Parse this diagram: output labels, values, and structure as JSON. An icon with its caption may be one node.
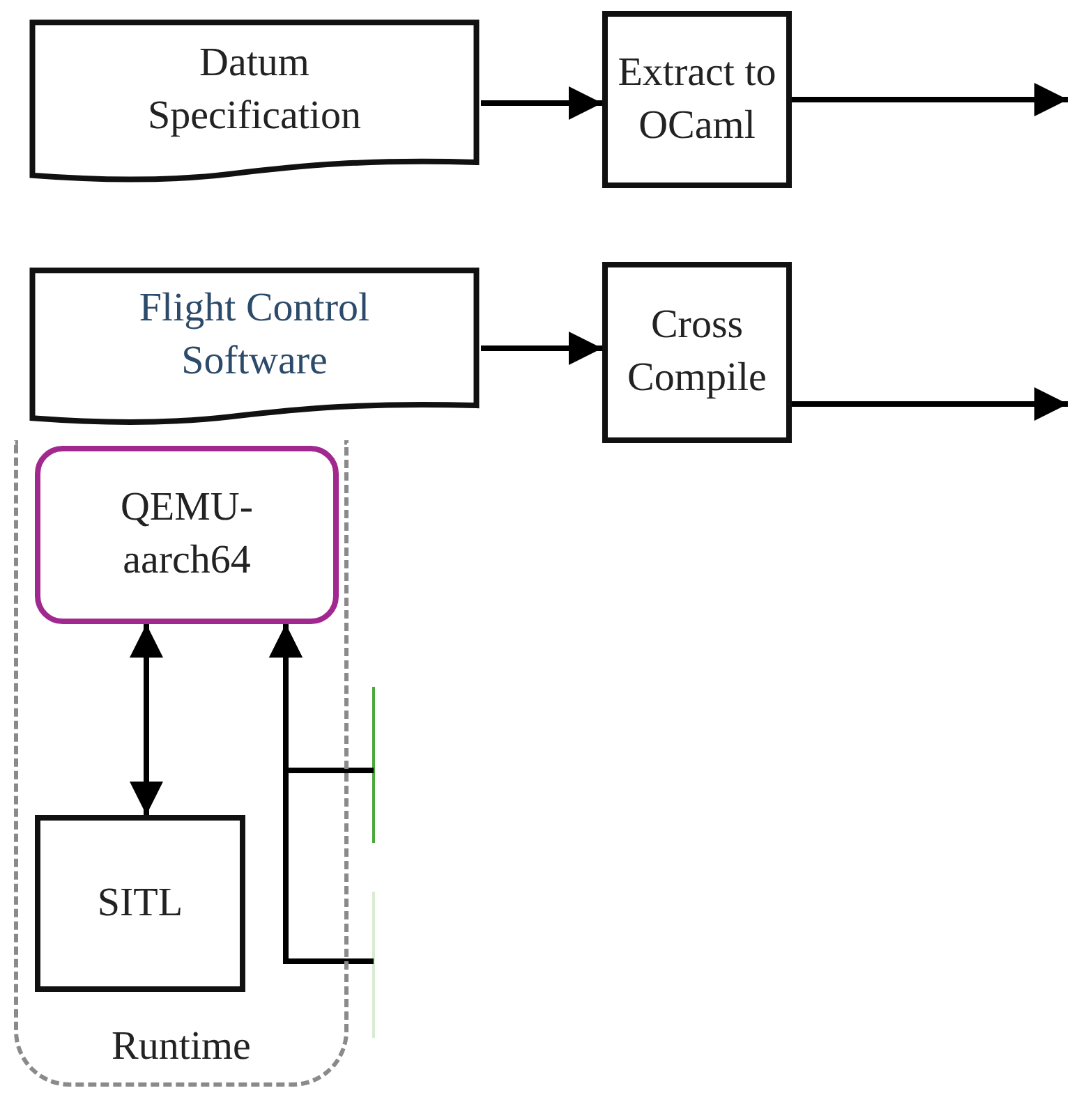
{
  "diagram": {
    "nodes": [
      {
        "text": [
          "Datum Specification"
        ]
      },
      {
        "text": [
          "Extract to OCaml"
        ]
      },
      {
        "text": [
          "Flight Control Software"
        ]
      },
      {
        "text": [
          "Cross Compile"
        ]
      },
      {
        "text": [
          "Runtime"
        ]
      },
      {
        "text": [
          "QEMU-aarch64"
        ],
        "in": 4
      },
      {
        "text": [
          "SITL"
        ],
        "in": 4
      }
    ],
    "edges": [
      {
        "from": 0,
        "to": 1,
        "arrow": "to"
      },
      {
        "from": 1,
        "to": null,
        "arrow": "to"
      },
      {
        "from": 2,
        "to": 3,
        "arrow": "to"
      },
      {
        "from": 3,
        "to": null,
        "arrow": "to"
      },
      {
        "from": 5,
        "to": 6,
        "arrow": "both"
      },
      {
        "from": null,
        "to": 5,
        "arrow": "to"
      },
      {
        "from": null,
        "to": 5,
        "arrow": "to"
      }
    ]
  }
}
